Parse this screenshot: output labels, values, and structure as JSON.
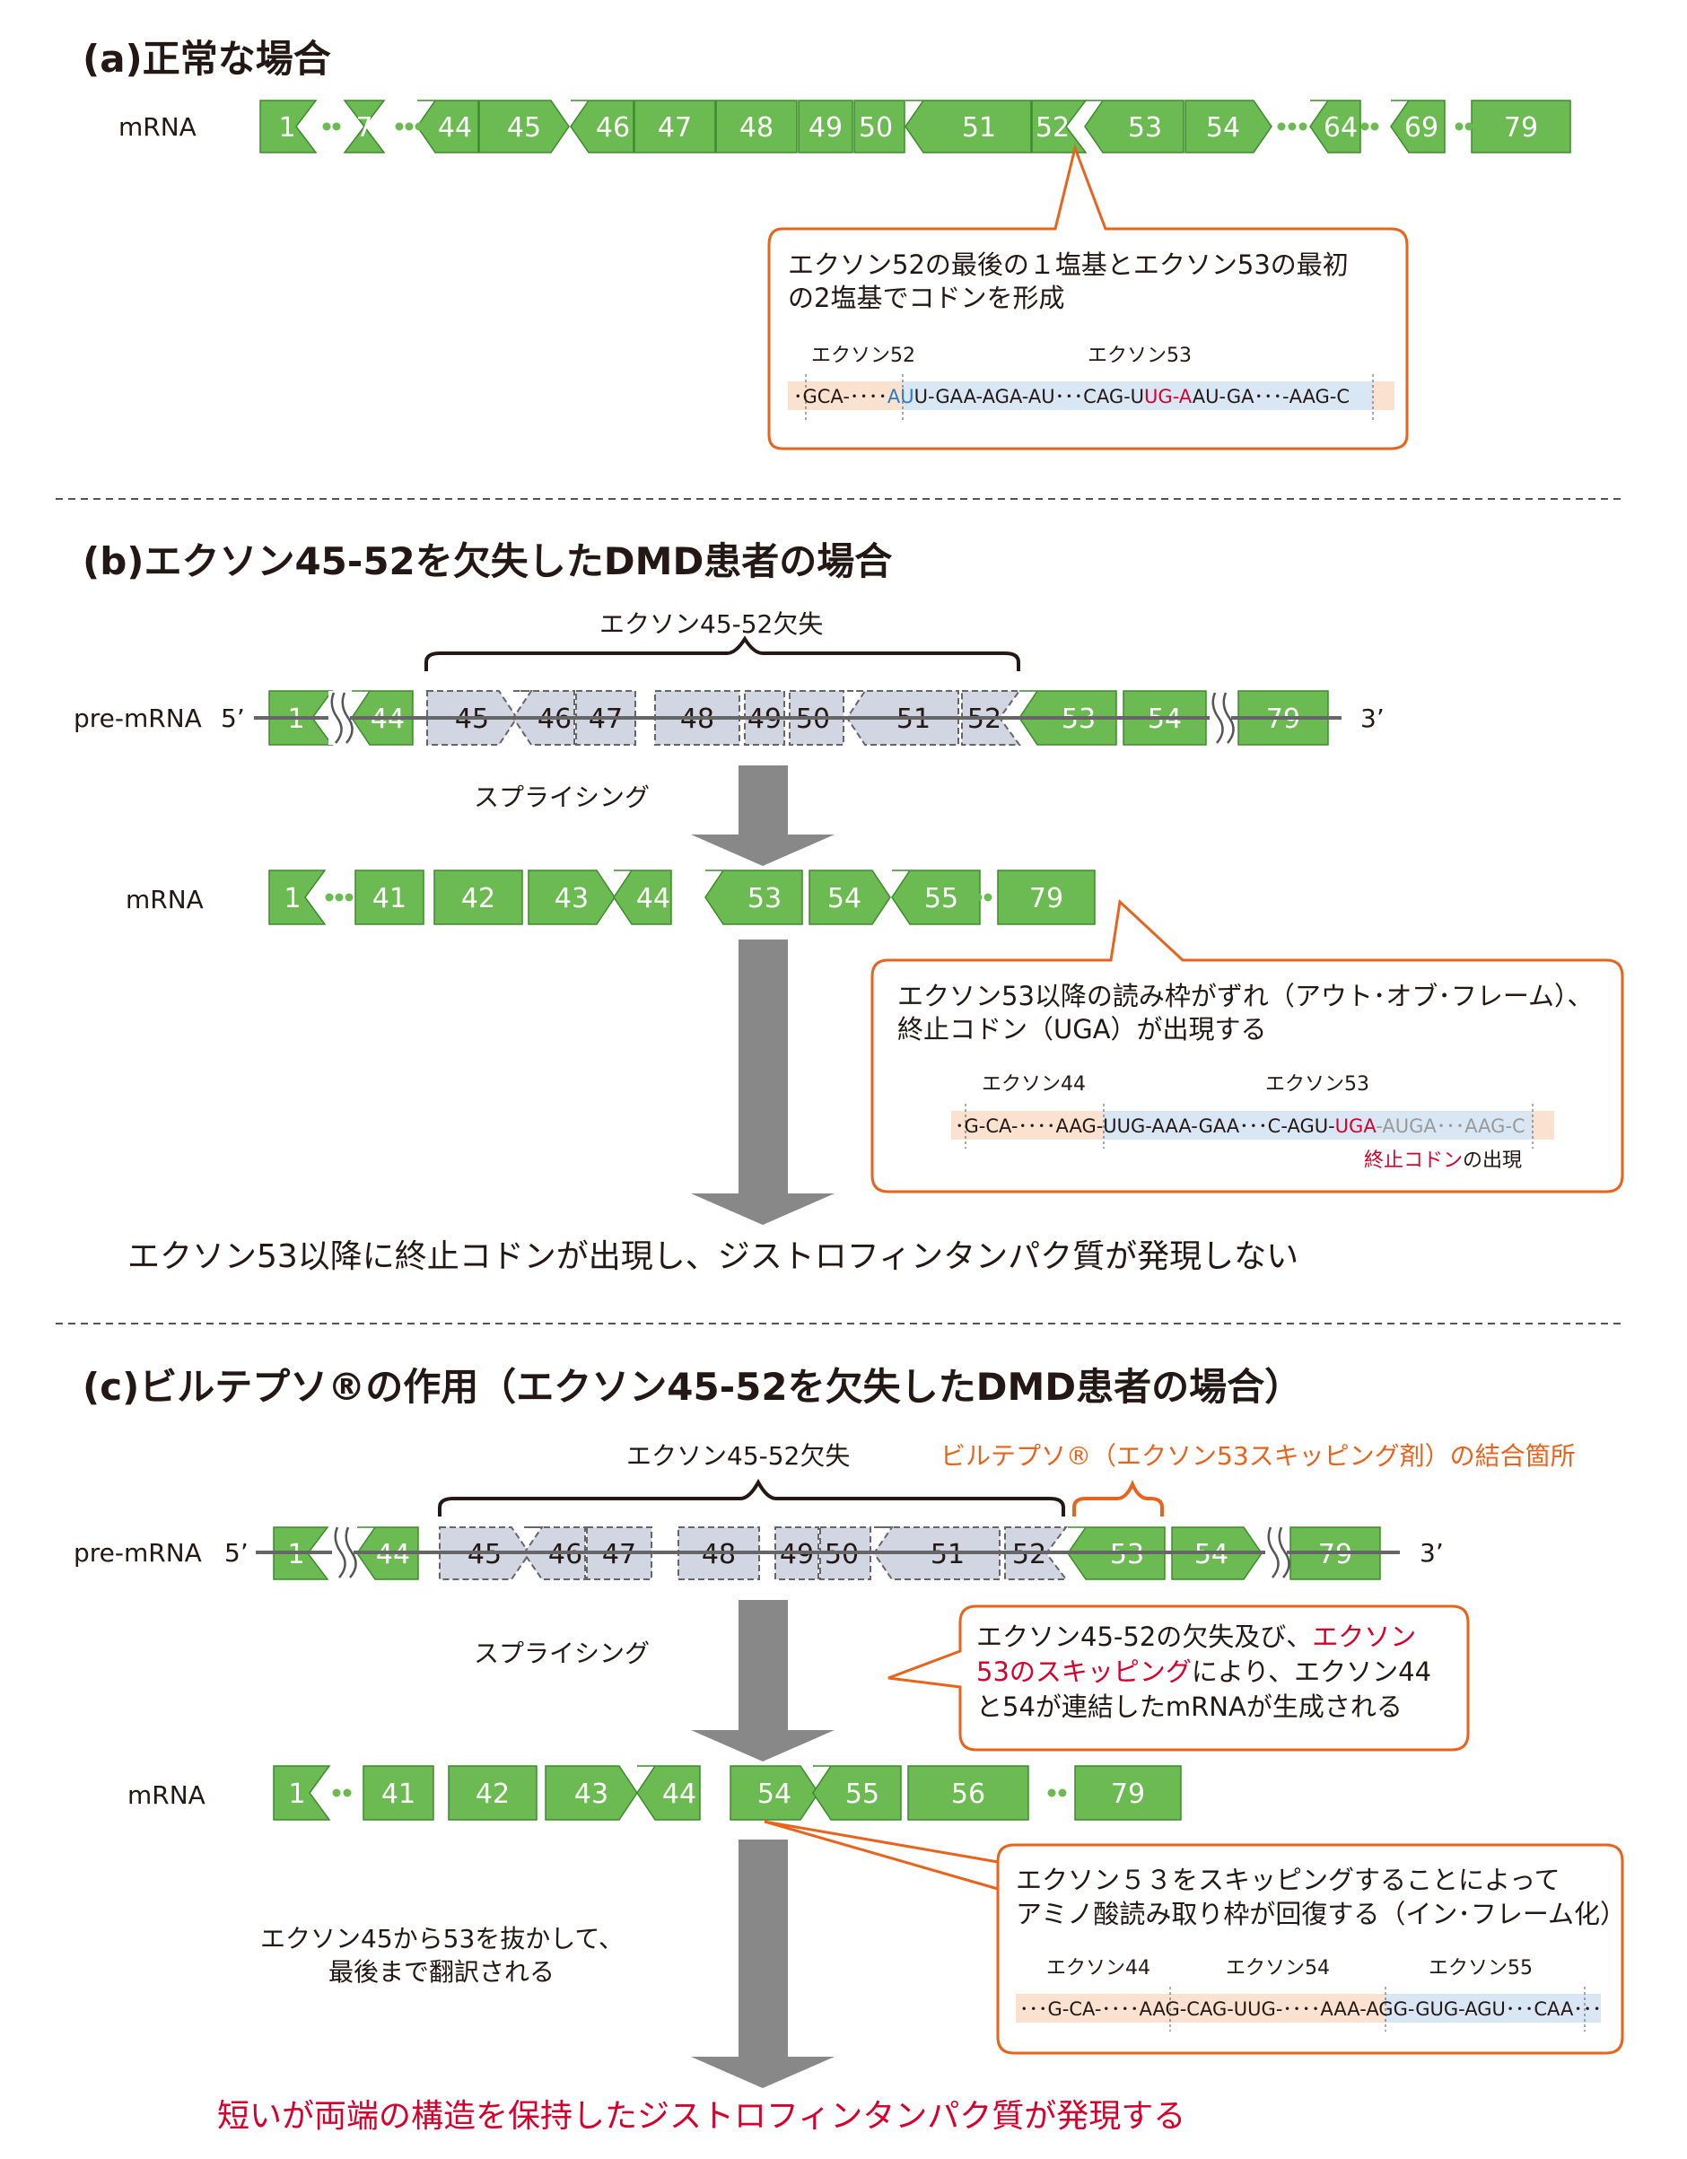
{
  "colors": {
    "exon": "#6cba52",
    "exon_stroke": "#3e8a2e",
    "deleted": "#d1d6e2",
    "orange": "#e8631c",
    "red": "#d5002b",
    "blue": "#2a7bc6",
    "arrow": "#888888",
    "seq_orange": "#fbe1cf",
    "seq_blue": "#d9e7f5"
  },
  "panel_a": {
    "title": "(a)正常な場合",
    "mrna_label": "mRNA",
    "exons": [
      "1",
      "7",
      "44",
      "45",
      "46",
      "47",
      "48",
      "49",
      "50",
      "51",
      "52",
      "53",
      "54",
      "64",
      "69",
      "79"
    ],
    "callout": {
      "line1": "エクソン52の最後の１塩基とエクソン53の最初",
      "line2": "の2塩基でコドンを形成",
      "label_left": "エクソン52",
      "label_right": "エクソン53",
      "seq": {
        "s1": "･GCA-････",
        "s2": "A",
        "s3": "U",
        "s4": "U-GAA-AGA-AU･･･CAG-U",
        "s5": "UG-A",
        "s6": "AU-GA･･･-AAG-C"
      }
    }
  },
  "panel_b": {
    "title": "(b)エクソン45-52を欠失したDMD患者の場合",
    "deletion_label": "エクソン45-52欠失",
    "premrna_label": "pre-mRNA",
    "five": "5’",
    "three": "3’",
    "pre_exons": [
      "1",
      "44",
      "45",
      "46",
      "47",
      "48",
      "49",
      "50",
      "51",
      "52",
      "53",
      "54",
      "79"
    ],
    "splicing": "スプライシング",
    "mrna_label": "mRNA",
    "mrna_exons": [
      "1",
      "41",
      "42",
      "43",
      "44",
      "53",
      "54",
      "55",
      "79"
    ],
    "callout": {
      "line1": "エクソン53以降の読み枠がずれ（アウト･オブ･フレーム）、",
      "line2": "終止コドン（UGA）が出現する",
      "label_left": "エクソン44",
      "label_right": "エクソン53",
      "seq": {
        "s1": "･G-CA-････AAG-UUG-AAA-GAA･･･C-AGU-",
        "s2": "UGA",
        "s3": "-",
        "s4": "AUGA･･･AAG-C"
      },
      "stop_red": "終止コドン",
      "stop_rest": "の出現"
    },
    "conclusion": "エクソン53以降に終止コドンが出現し、ジストロフィンタンパク質が発現しない"
  },
  "panel_c": {
    "title": "(c)ビルテプソ®の作用（エクソン45-52を欠失したDMD患者の場合）",
    "deletion_label": "エクソン45-52欠失",
    "binding_label": "ビルテプソ®（エクソン53スキッピング剤）の結合箇所",
    "premrna_label": "pre-mRNA",
    "five": "5’",
    "three": "3’",
    "pre_exons": [
      "1",
      "44",
      "45",
      "46",
      "47",
      "48",
      "49",
      "50",
      "51",
      "52",
      "53",
      "54",
      "79"
    ],
    "splicing": "スプライシング",
    "callout1": {
      "l1": "エクソン45-52の欠失及び、",
      "l1r": "エクソン",
      "l2r": "53のスキッピング",
      "l2": "により、エクソン44",
      "l3": "と54が連結したmRNAが生成される"
    },
    "mrna_label": "mRNA",
    "mrna_exons": [
      "1",
      "41",
      "42",
      "43",
      "44",
      "54",
      "55",
      "56",
      "79"
    ],
    "callout2": {
      "line1": "エクソン５３をスキッピングすることによって",
      "line2": "アミノ酸読み取り枠が回復する（イン･フレーム化）",
      "label1": "エクソン44",
      "label2": "エクソン54",
      "label3": "エクソン55",
      "seq": "･･･G-CA-････AAG-CAG-UUG-････AAA-AGG-GUG-AGU･･･CAA･･･"
    },
    "translation1": "エクソン45から53を抜かして、",
    "translation2": "最後まで翻訳される",
    "conclusion": "短いが両端の構造を保持したジストロフィンタンパク質が発現する"
  }
}
